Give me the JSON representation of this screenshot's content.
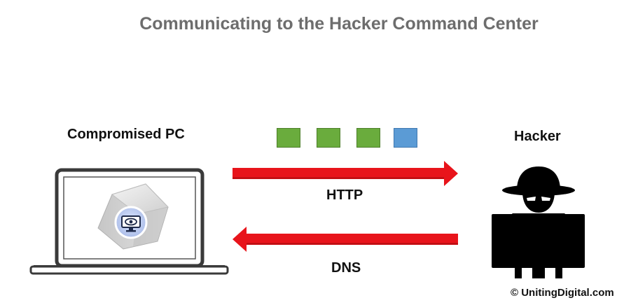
{
  "diagram": {
    "title": "Communicating to the Hacker Command Center",
    "compromised_pc_label": "Compromised PC",
    "hacker_label": "Hacker",
    "http_label": "HTTP",
    "dns_label": "DNS",
    "copyright": "© UnitingDigital.com"
  },
  "packets": [
    {
      "color": "green"
    },
    {
      "color": "green"
    },
    {
      "color": "green"
    },
    {
      "color": "blue"
    }
  ],
  "colors": {
    "arrow": "#e8141b",
    "packet_green": "#6aac3d",
    "packet_blue": "#5b9bd5",
    "title": "#6d6d6d",
    "laptop_frame": "#3a3a3a",
    "hacker": "#000000"
  },
  "icons": {
    "laptop": "laptop-icon",
    "malware": "eye-monitor-cube-icon",
    "hacker": "hacker-silhouette-icon"
  }
}
